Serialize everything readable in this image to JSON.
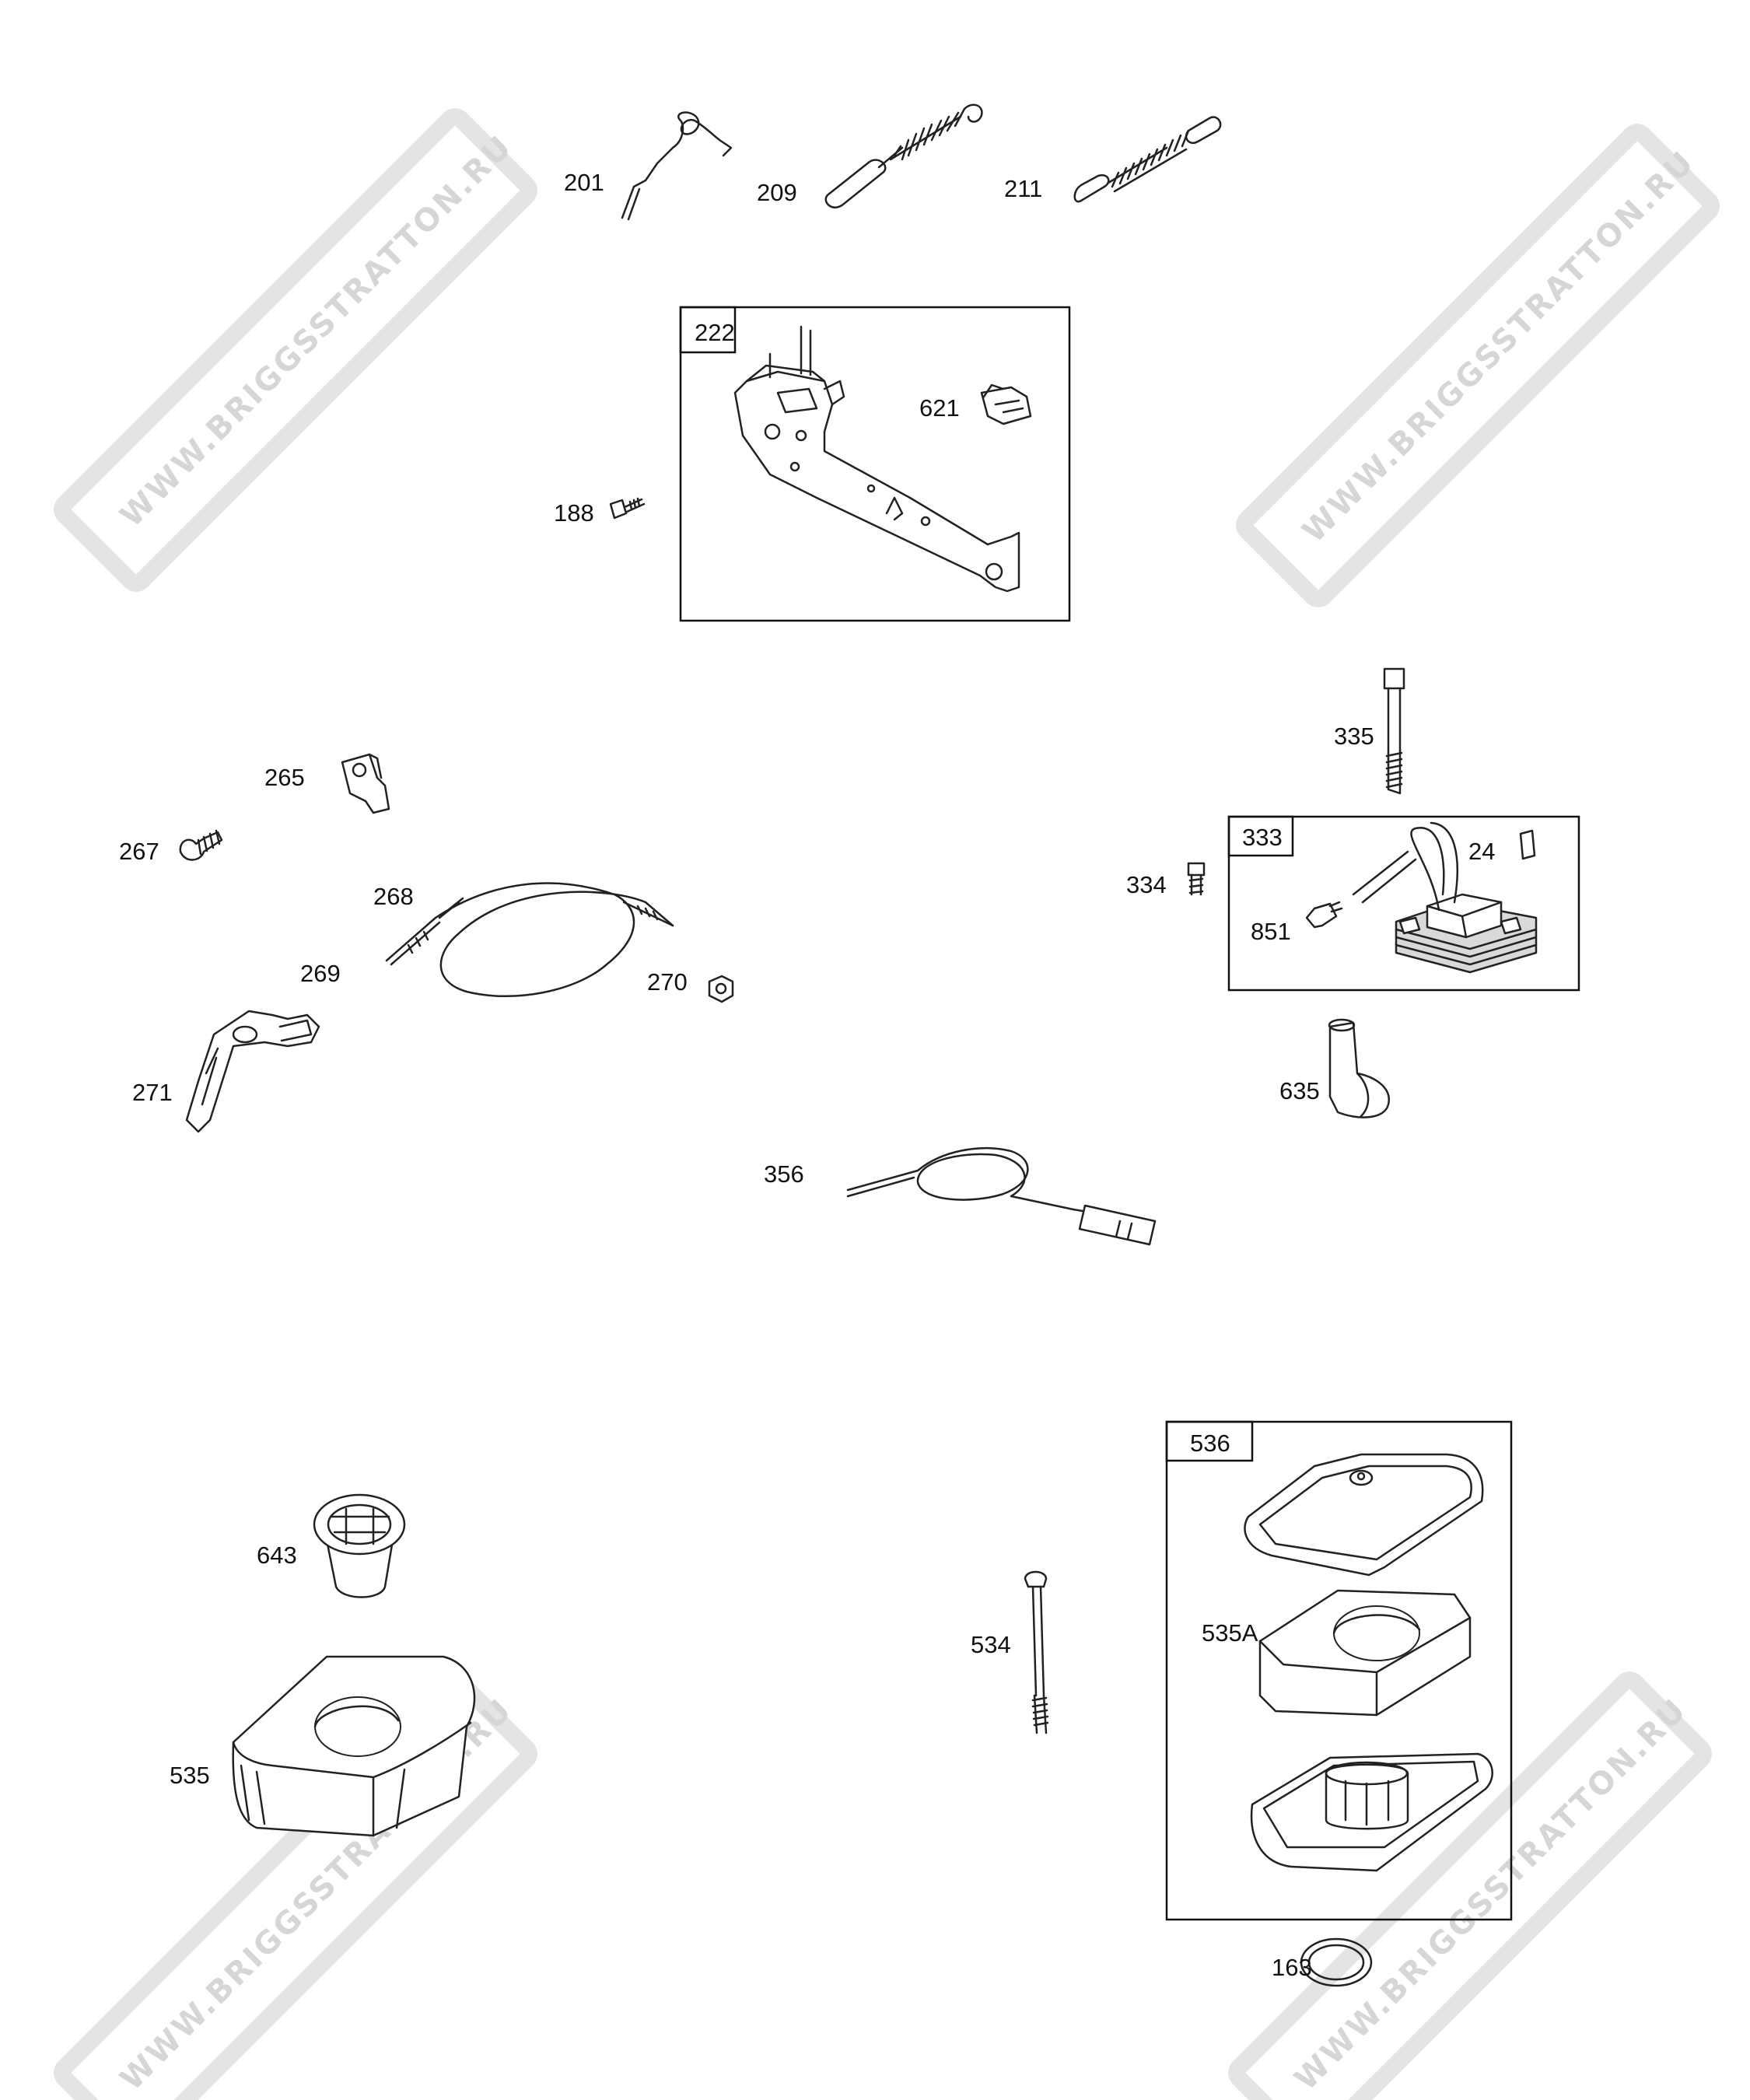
{
  "watermark": {
    "text": "WWW.BRIGGSSTRATTON.RU"
  },
  "labels": {
    "p201": "201",
    "p209": "209",
    "p211": "211",
    "p222": "222",
    "p621": "621",
    "p188": "188",
    "p335": "335",
    "p333": "333",
    "p24": "24",
    "p334": "334",
    "p851": "851",
    "p635": "635",
    "p265": "265",
    "p267": "267",
    "p268": "268",
    "p269": "269",
    "p270": "270",
    "p271": "271",
    "p356": "356",
    "p536": "536",
    "p535A": "535A",
    "p534": "534",
    "p163": "163",
    "p643": "643",
    "p535": "535"
  }
}
